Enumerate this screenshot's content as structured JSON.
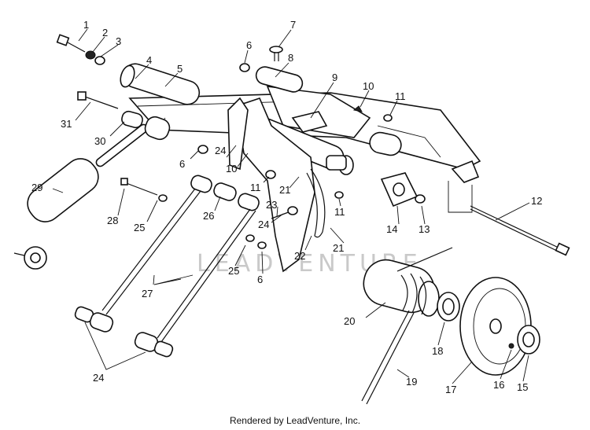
{
  "callouts": {
    "c1": "1",
    "c2": "2",
    "c3": "3",
    "c4": "4",
    "c5": "5",
    "c6a": "6",
    "c6b": "6",
    "c6c": "6",
    "c7": "7",
    "c8": "8",
    "c9": "9",
    "c10a": "10",
    "c10b": "10",
    "c11a": "11",
    "c11b": "11",
    "c11c": "11",
    "c12": "12",
    "c13": "13",
    "c14": "14",
    "c15": "15",
    "c16": "16",
    "c17": "17",
    "c18": "18",
    "c19": "19",
    "c20": "20",
    "c21a": "21",
    "c21b": "21",
    "c22": "22",
    "c23": "23",
    "c24a": "24",
    "c24b": "24",
    "c24c": "24",
    "c25a": "25",
    "c25b": "25",
    "c26": "26",
    "c27": "27",
    "c28": "28",
    "c29": "29",
    "c30": "30",
    "c31": "31"
  },
  "watermark": "LEADVENTURE",
  "footer": "Rendered by LeadVenture, Inc."
}
